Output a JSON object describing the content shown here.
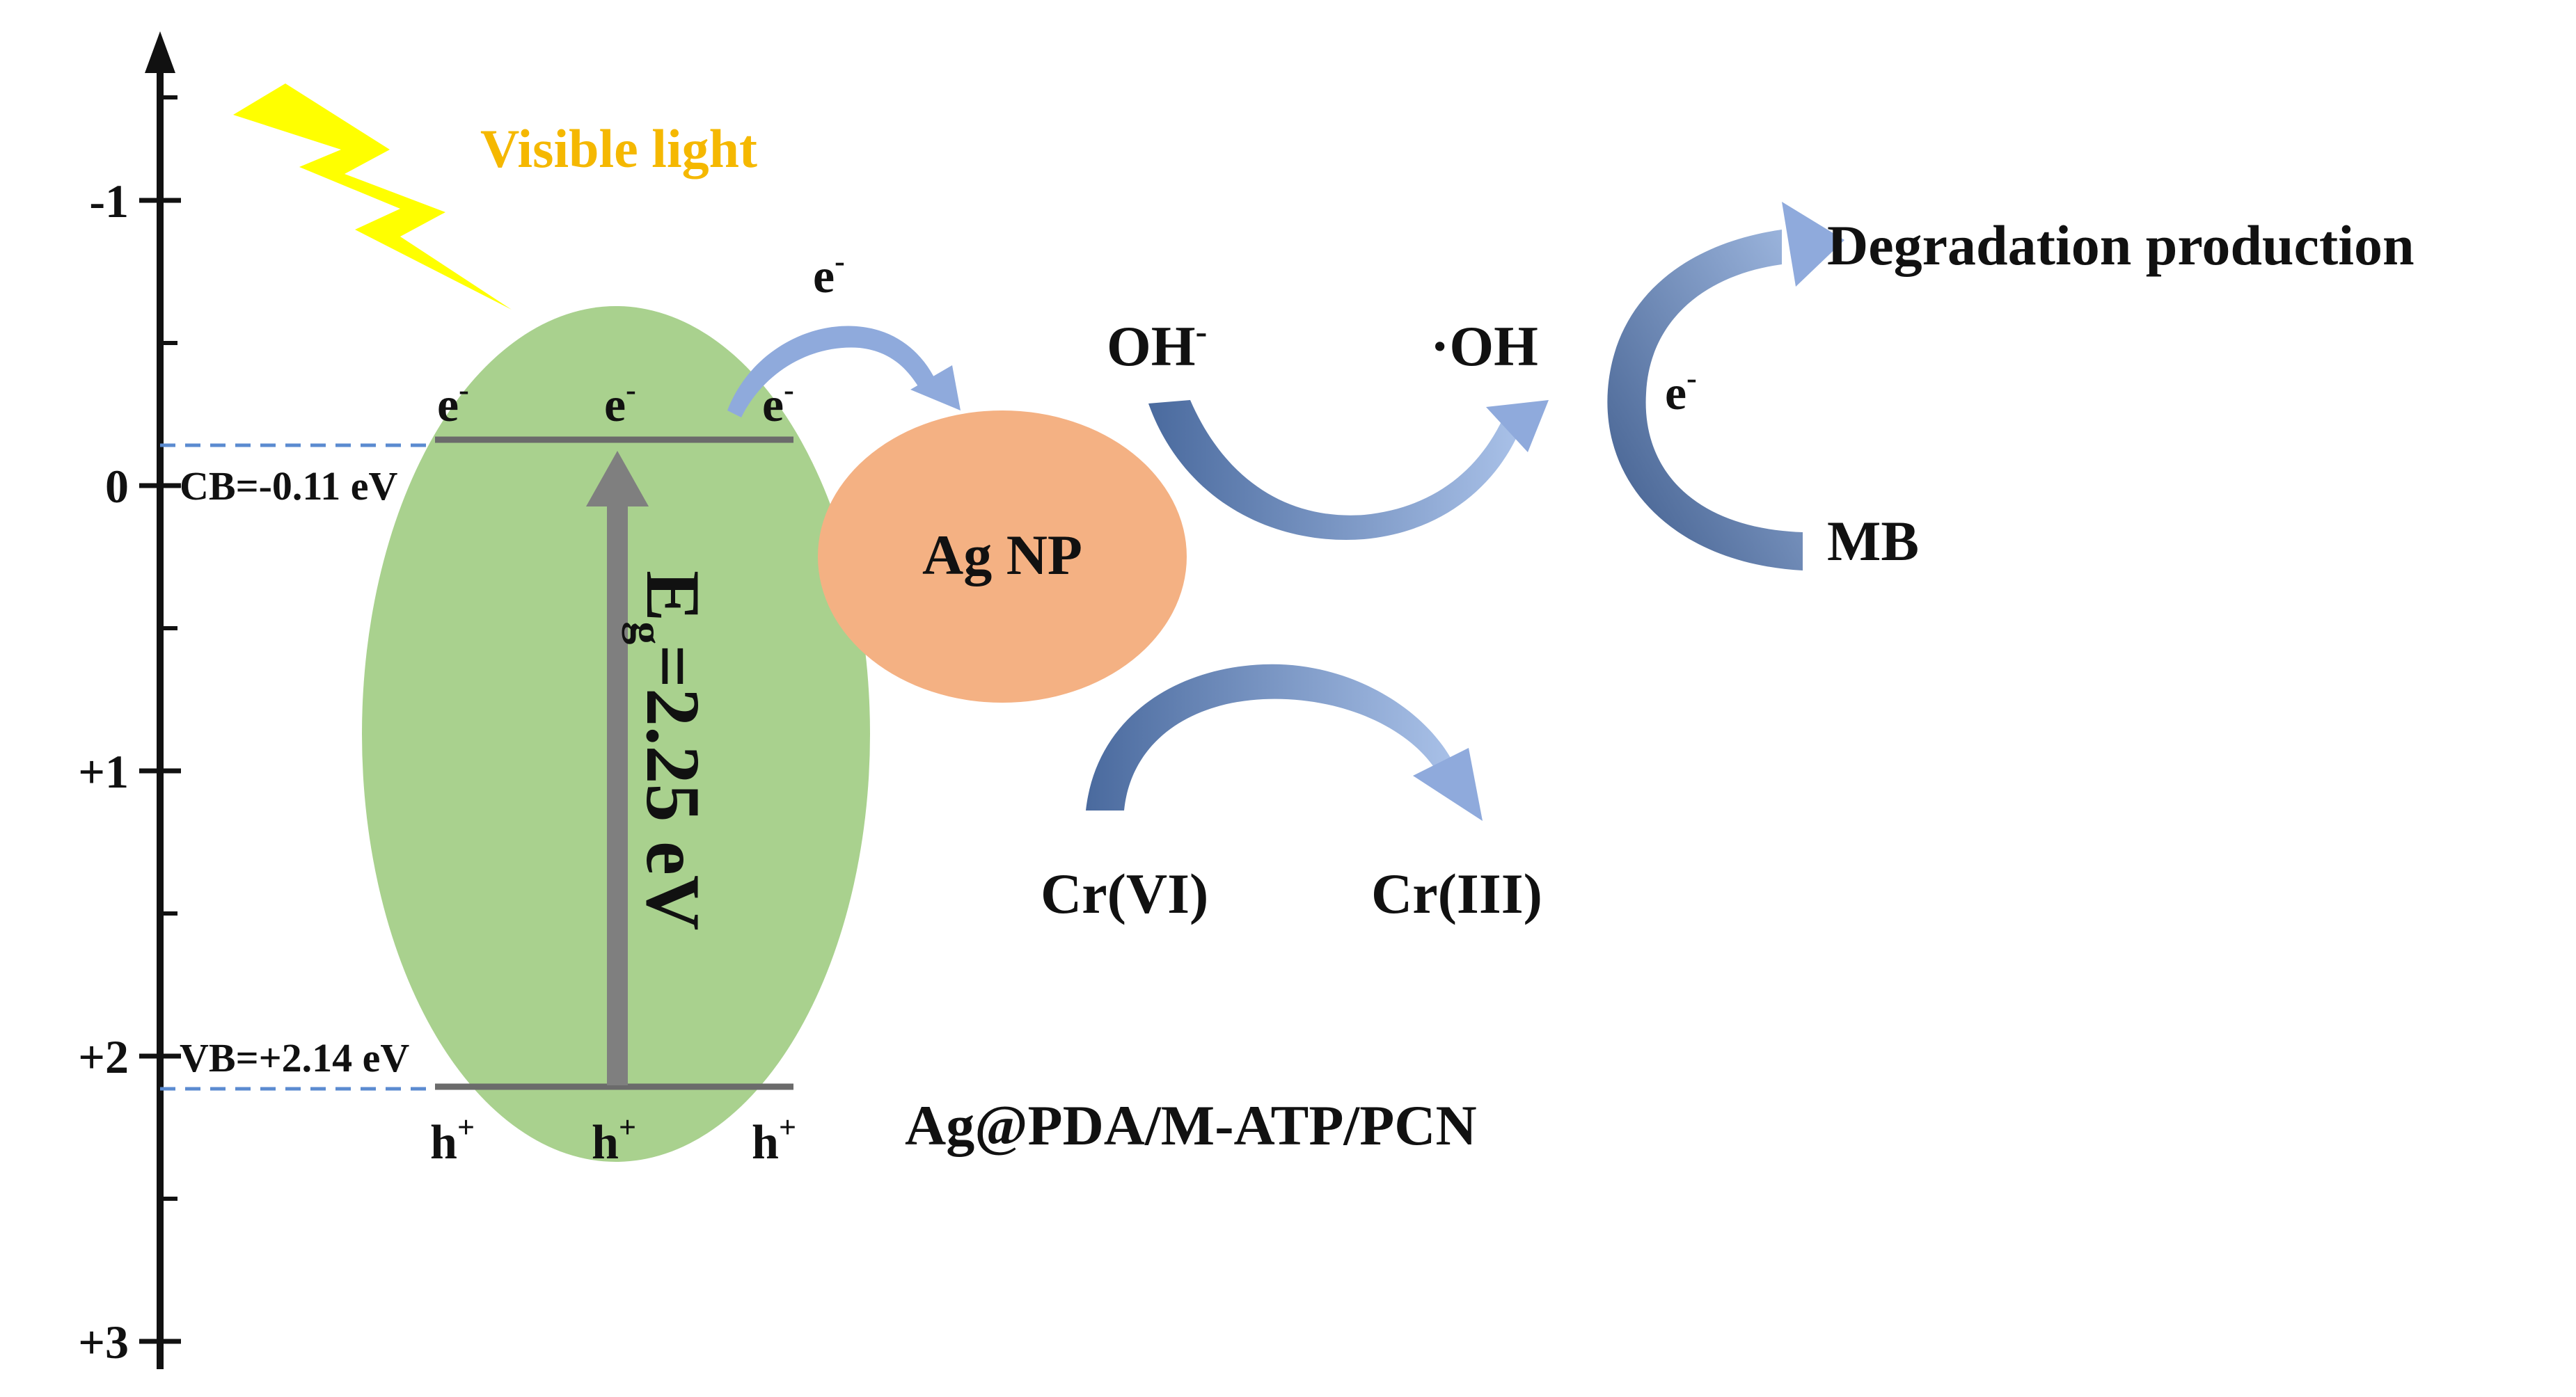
{
  "colors": {
    "axis": "#111111",
    "semiconductor_fill": "#a9d18e",
    "nanoparticle_fill": "#f4b183",
    "band_line": "#6b6b6b",
    "dashed_line": "#5b8bd0",
    "excitation_arrow": "#7f7f7f",
    "flow_arrow": "#8faadc",
    "flow_arrow_dark": "#4a6a9e",
    "lightning": "#ffff00",
    "light_label": "#f5b800",
    "text": "#111111"
  },
  "axis": {
    "ticks": [
      "-1",
      "0",
      "+1",
      "+2",
      "+3"
    ],
    "range": [
      -1.5,
      3
    ]
  },
  "light": {
    "label": "Visible light",
    "icon": "lightning-bolt-icon"
  },
  "bands": {
    "cb_label": "CB=-0.11 eV",
    "vb_label": "VB=+2.14 eV",
    "cb_potential": -0.11,
    "vb_potential": 2.14,
    "electron_label": "e",
    "hole_label": "h",
    "electron_sup": "-",
    "hole_sup": "+"
  },
  "bandgap": {
    "prefix": "E",
    "subscript": "g",
    "value": "=2.25 eV"
  },
  "transfer_electron": {
    "label": "e",
    "sup": "-"
  },
  "nanoparticle": {
    "label": "Ag NP"
  },
  "catalyst": {
    "label": "Ag@PDA/M-ATP/PCN"
  },
  "oxidation": {
    "reactant": "OH",
    "reactant_sup": "-",
    "product": "·OH"
  },
  "reduction": {
    "reactant": "Cr(VI)",
    "product": "Cr(III)"
  },
  "degradation": {
    "electron_label": "e",
    "electron_sup": "-",
    "reactant": "MB",
    "product": "Degradation production"
  }
}
